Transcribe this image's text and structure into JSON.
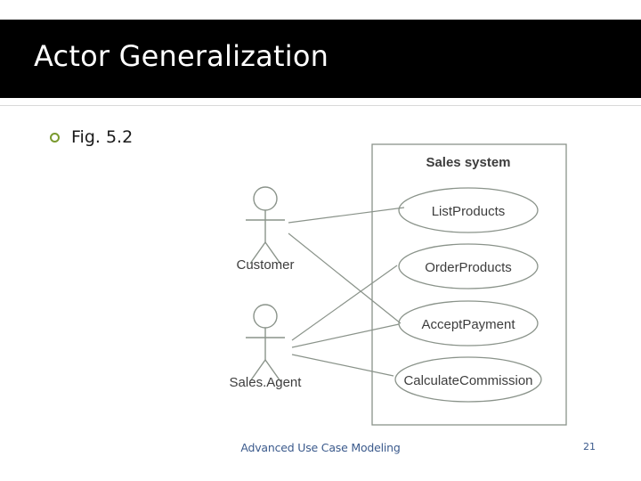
{
  "slide": {
    "title": "Actor Generalization",
    "bullet": "Fig. 5.2",
    "footer": "Advanced Use Case Modeling",
    "page_number": "21",
    "accent_color": "#7a9a2f",
    "band_color": "#000000",
    "footer_color": "#3b5a8c"
  },
  "diagram": {
    "system_boundary_label": "Sales system",
    "actors": [
      {
        "id": "customer",
        "label": "Customer"
      },
      {
        "id": "salesagent",
        "label": "Sales.Agent"
      }
    ],
    "use_cases": [
      {
        "id": "listproducts",
        "label": "ListProducts"
      },
      {
        "id": "orderproducts",
        "label": "OrderProducts"
      },
      {
        "id": "acceptpayment",
        "label": "AcceptPayment"
      },
      {
        "id": "calculatecommission",
        "label": "CalculateCommission"
      }
    ],
    "associations": [
      {
        "from": "customer",
        "to": "listproducts"
      },
      {
        "from": "customer",
        "to": "acceptpayment"
      },
      {
        "from": "salesagent",
        "to": "orderproducts"
      },
      {
        "from": "salesagent",
        "to": "acceptpayment"
      },
      {
        "from": "salesagent",
        "to": "calculatecommission"
      }
    ],
    "stroke_color": "#808a80",
    "text_color": "#333333"
  }
}
